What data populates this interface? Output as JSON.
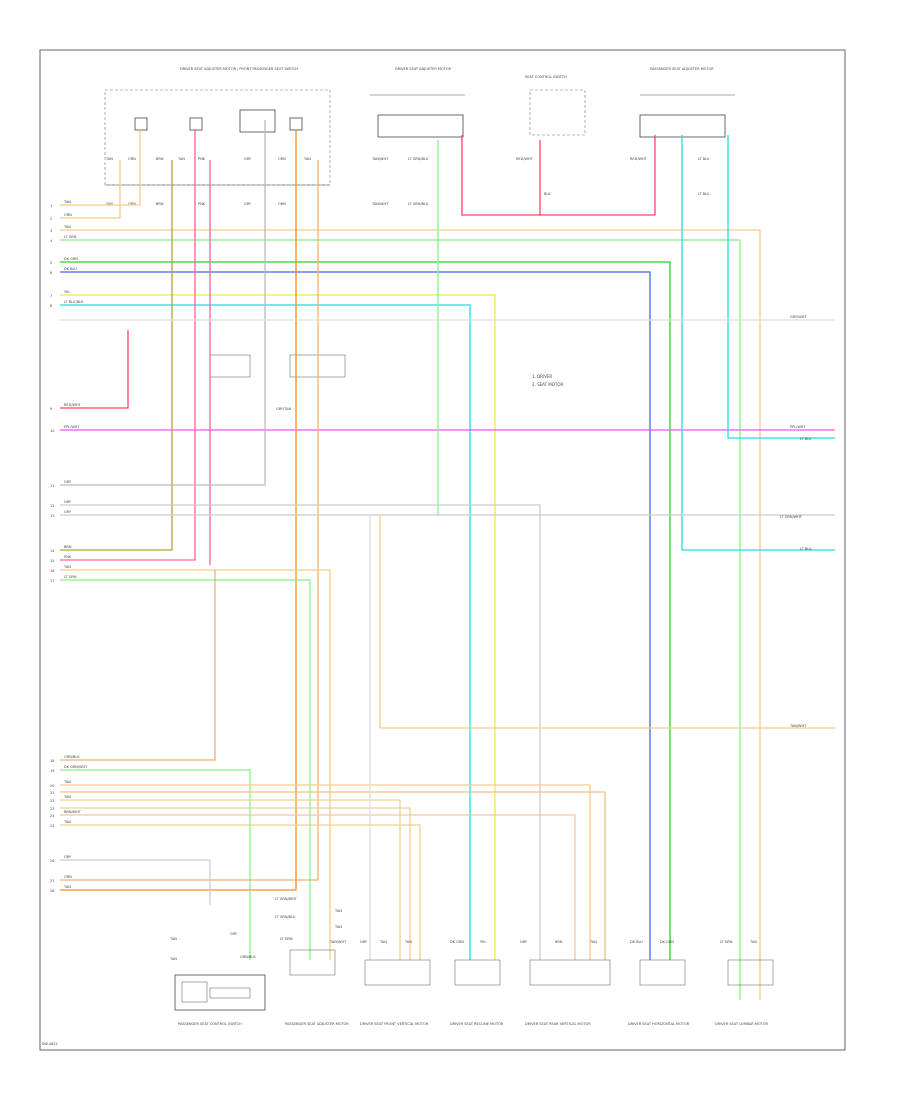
{
  "colors": {
    "tan": "#f5c98a",
    "orange": "#ff8c1a",
    "pink": "#ff5fa0",
    "red": "#ff4466",
    "green": "#33cc33",
    "lt_green": "#88ee88",
    "blue": "#4466ee",
    "yellow": "#f0e84a",
    "cyan": "#22dddd",
    "magenta": "#ee55ee",
    "gray": "#bbbbbb",
    "olive": "#b8a040",
    "peach": "#f0b070"
  },
  "top_components": {
    "seat_control": "DRIVER SEAT ADJUSTER MOTOR / FRONT PASSENGER SEAT SWITCH",
    "center_a": "DRIVER SEAT ADJUSTER MOTOR",
    "center_b": "SEAT CONTROL SWITCH",
    "right": "PASSENGER SEAT ADJUSTER MOTOR"
  },
  "mid_legend": {
    "line1": "1. DRIVER",
    "line2": "2. SEAT MOTOR"
  },
  "bottom_components": {
    "c1": "PASSENGER SEAT CONTROL SWITCH",
    "c2": "PASSENGER SEAT ADJUSTER MOTOR",
    "c3": "DRIVER SEAT FRONT VERTICAL MOTOR",
    "c4": "DRIVER SEAT RECLINE MOTOR",
    "c5": "DRIVER SEAT REAR VERTICAL MOTOR",
    "c6": "DRIVER SEAT HORIZONTAL MOTOR",
    "c7": "DRIVER SEAT LUMBAR MOTOR"
  },
  "footer": {
    "code": "SW-4822"
  }
}
